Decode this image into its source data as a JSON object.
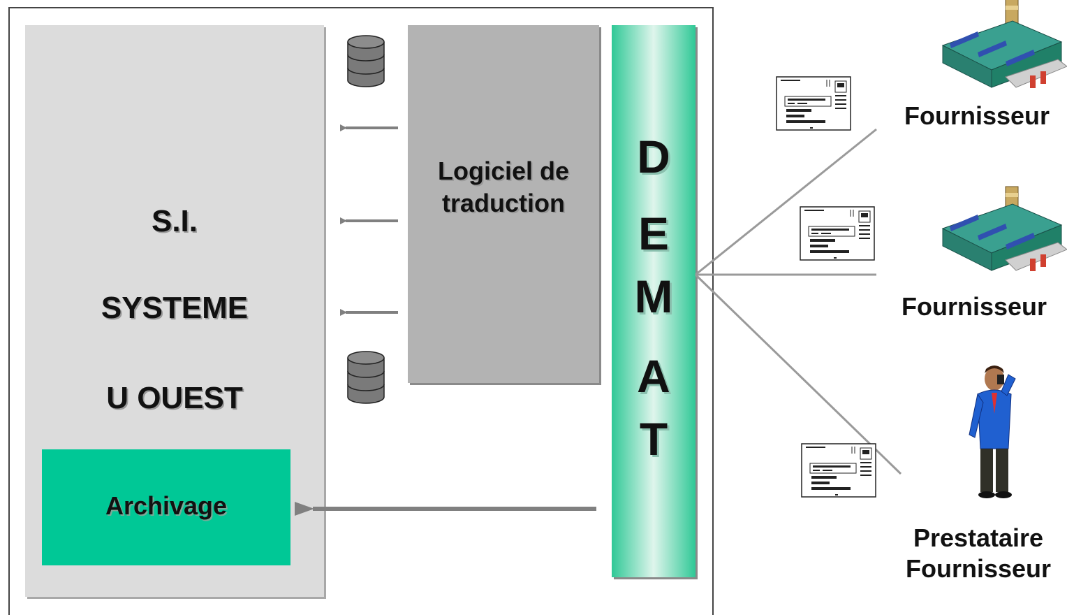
{
  "system": {
    "title": "S.I.",
    "line2": "SYSTEME",
    "line3": "U OUEST"
  },
  "translator": {
    "line1": "Logiciel de",
    "line2": "traduction"
  },
  "archive": {
    "label": "Archivage"
  },
  "demat": {
    "letters": [
      "D",
      "E",
      "M",
      "A",
      "T"
    ]
  },
  "entities": [
    {
      "label": "Fournisseur",
      "icon": "factory-icon"
    },
    {
      "label": "Fournisseur",
      "icon": "factory-icon"
    },
    {
      "label_line1": "Prestataire",
      "label_line2": "Fournisseur",
      "icon": "person-on-phone-icon"
    }
  ],
  "colors": {
    "system_panel": "#dcdcdc",
    "translator_panel": "#b3b3b3",
    "demat_green": "#2fc896",
    "archive_green": "#00c896",
    "arrow_gray": "#808080"
  }
}
